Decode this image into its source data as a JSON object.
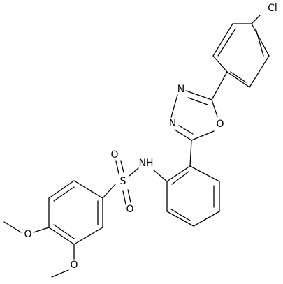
{
  "structure": {
    "atom_labels": {
      "cl": "Cl",
      "n_ring_top": "N",
      "n_ring_left": "N",
      "o_ring": "O",
      "nh": "NH",
      "s": "S",
      "o_sulfonyl_top": "O",
      "o_sulfonyl_bottom": "O",
      "o_methoxy_upper": "O",
      "o_methoxy_lower": "O"
    }
  }
}
